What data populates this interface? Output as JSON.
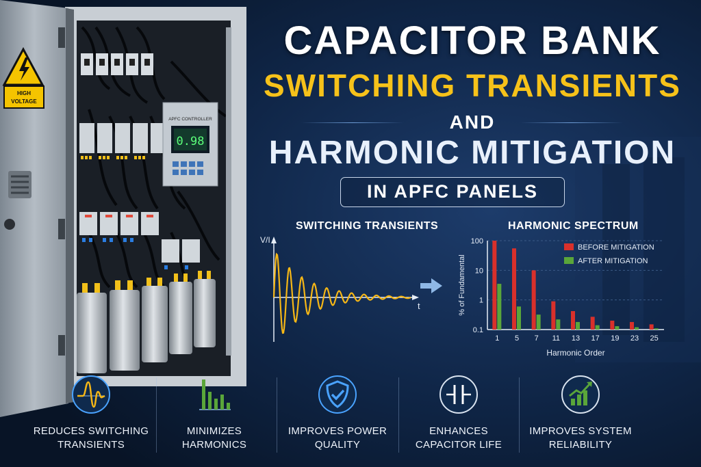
{
  "title": {
    "line1": "CAPACITOR BANK",
    "line2": "SWITCHING TRANSIENTS",
    "line3": "AND",
    "line4": "HARMONIC MITIGATION",
    "line5": "IN APFC PANELS"
  },
  "panel": {
    "warning_label": "HIGH VOLTAGE",
    "controller_label": "APFC CONTROLLER",
    "controller_reading": "0.98"
  },
  "transient_chart": {
    "heading": "SWITCHING TRANSIENTS",
    "y_label": "V/I",
    "x_label": "t"
  },
  "chart_data": {
    "type": "bar",
    "title": "HARMONIC SPECTRUM",
    "xlabel": "Harmonic Order",
    "ylabel": "% of Fundamental",
    "yscale": "log",
    "ylim": [
      0.1,
      100
    ],
    "yticks": [
      "100",
      "10",
      "1",
      "0.1"
    ],
    "categories": [
      "1",
      "5",
      "7",
      "11",
      "13",
      "17",
      "19",
      "23",
      "25"
    ],
    "legend_position": "top-right",
    "series": [
      {
        "name": "BEFORE MITIGATION",
        "color": "#d9302b",
        "values": [
          100,
          55,
          10,
          0.9,
          0.42,
          0.27,
          0.2,
          0.18,
          0.15
        ]
      },
      {
        "name": "AFTER MITIGATION",
        "color": "#5aa63a",
        "values": [
          3.5,
          0.6,
          0.32,
          0.22,
          0.18,
          0.14,
          0.13,
          0.12,
          0.11
        ]
      }
    ]
  },
  "features": [
    {
      "icon": "transient-wave-icon",
      "label": "REDUCES SWITCHING TRANSIENTS"
    },
    {
      "icon": "harmonic-bars-icon",
      "label": "MINIMIZES HARMONICS"
    },
    {
      "icon": "shield-check-icon",
      "label": "IMPROVES POWER QUALITY"
    },
    {
      "icon": "capacitor-symbol-icon",
      "label": "ENHANCES CAPACITOR LIFE"
    },
    {
      "icon": "growth-chart-icon",
      "label": "IMPROVES SYSTEM RELIABILITY"
    }
  ],
  "colors": {
    "background": "#0b1a33",
    "accent_yellow": "#f6c21a",
    "before_red": "#d9302b",
    "after_green": "#5aa63a",
    "icon_blue": "#4aa3ff"
  }
}
